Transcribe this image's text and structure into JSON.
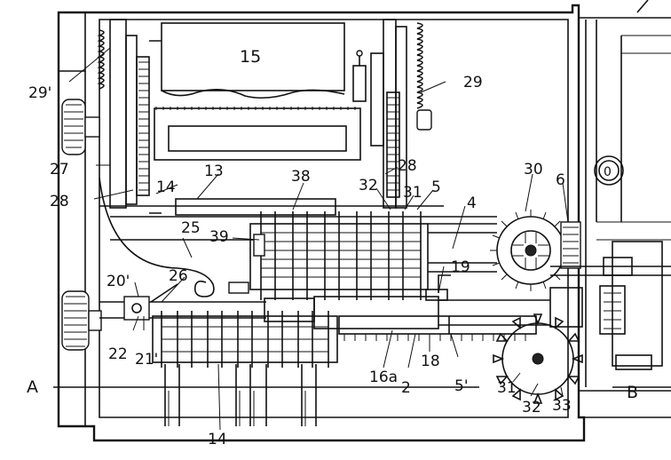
{
  "labels": {
    "l15": "15",
    "l29p": "29'",
    "l29": "29",
    "l27": "27",
    "l28a": "28",
    "l14a": "14",
    "l13": "13",
    "l38": "38",
    "l32a": "32",
    "l31a": "31",
    "l5": "5",
    "l30": "30",
    "l6": "6",
    "l28b": "28",
    "l4": "4",
    "l39": "39",
    "l25": "25",
    "l20p": "20'",
    "l26": "26",
    "l19": "19",
    "l22": "22",
    "l21p": "21'",
    "lA": "A",
    "l16a": "16a",
    "l2": "2",
    "l18": "18",
    "l5p": "5'",
    "l31b": "31",
    "l32b": "32",
    "l33": "33",
    "lB": "B",
    "l14b": "14",
    "l0": "0"
  }
}
